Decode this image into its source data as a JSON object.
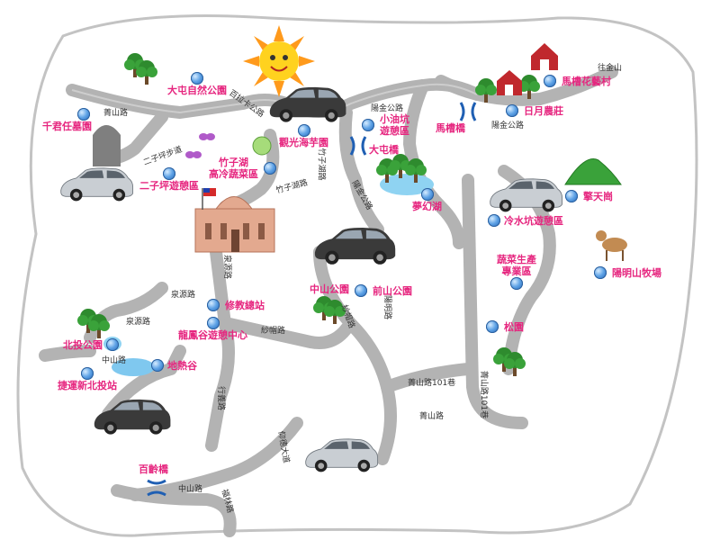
{
  "colors": {
    "poi_label": "#e6267f",
    "road": "#b8b8b8",
    "road_edge": "#8f8f8f",
    "boundary": "#bdbdbd",
    "lake": "#7fc8ef"
  },
  "pois": [
    {
      "id": "dawei-park",
      "label": "大屯自然公園"
    },
    {
      "id": "qianjun-cemetery",
      "label": "千君任墓園"
    },
    {
      "id": "erziping-rest",
      "label": "二子坪遊憩區"
    },
    {
      "id": "zhuzihu-veg",
      "label": "竹子湖\n高冷蔬菜區"
    },
    {
      "id": "guanguang-taro",
      "label": "觀光海芋園"
    },
    {
      "id": "xiaoyoukeng",
      "label": "小油坑\n遊憩區"
    },
    {
      "id": "datun-bridge",
      "label": "大屯橋"
    },
    {
      "id": "menghuan-lake",
      "label": "夢幻湖"
    },
    {
      "id": "macao-bridge",
      "label": "馬槽橋"
    },
    {
      "id": "macao-village",
      "label": "馬槽花藝村"
    },
    {
      "id": "riyue-farm",
      "label": "日月農莊"
    },
    {
      "id": "qingtian-gang",
      "label": "擎天崗"
    },
    {
      "id": "lengshuikeng",
      "label": "冷水坑遊憩區"
    },
    {
      "id": "veg-zone",
      "label": "蔬菜生產\n專業區"
    },
    {
      "id": "yangmingshan-ranch",
      "label": "陽明山牧場"
    },
    {
      "id": "songyuan",
      "label": "松園"
    },
    {
      "id": "zhongshan-park",
      "label": "中山公園"
    },
    {
      "id": "qianshan-park",
      "label": "前山公園"
    },
    {
      "id": "jiaojiao-hq",
      "label": "修教總站"
    },
    {
      "id": "longfenggu",
      "label": "龍鳳谷遊憩中心"
    },
    {
      "id": "beitou-park",
      "label": "北投公園"
    },
    {
      "id": "dirigu",
      "label": "地熱谷"
    },
    {
      "id": "mrt-xinbeitou",
      "label": "捷運新北投站"
    },
    {
      "id": "bailing-bridge",
      "label": "百齡橋"
    }
  ],
  "roads": [
    {
      "id": "r1",
      "label": "菁山路"
    },
    {
      "id": "r2",
      "label": "百拉卡公路"
    },
    {
      "id": "r3",
      "label": "陽金公路"
    },
    {
      "id": "r4",
      "label": "往金山"
    },
    {
      "id": "r5",
      "label": "陽金公路"
    },
    {
      "id": "r6",
      "label": "二子坪步道"
    },
    {
      "id": "r7",
      "label": "竹子湖路"
    },
    {
      "id": "r8",
      "label": "竹子湖路"
    },
    {
      "id": "r9",
      "label": "陽金公路"
    },
    {
      "id": "r10",
      "label": "泉源路"
    },
    {
      "id": "r11",
      "label": "泉源路"
    },
    {
      "id": "r12",
      "label": "泉源路"
    },
    {
      "id": "r13",
      "label": "中山路"
    },
    {
      "id": "r14",
      "label": "紗帽路"
    },
    {
      "id": "r15",
      "label": "紗帽路"
    },
    {
      "id": "r16",
      "label": "陽明路"
    },
    {
      "id": "r17",
      "label": "菁山路101巷"
    },
    {
      "id": "r18",
      "label": "菁山路101巷"
    },
    {
      "id": "r19",
      "label": "菁山路"
    },
    {
      "id": "r20",
      "label": "行義路"
    },
    {
      "id": "r21",
      "label": "仰德大道"
    },
    {
      "id": "r22",
      "label": "中山路"
    },
    {
      "id": "r23",
      "label": "福林路"
    }
  ],
  "icons": {
    "sun": "sun-icon",
    "car": "car-icon",
    "bridge": "bridge-icon",
    "tree": "tree-icon",
    "building": "building-icon",
    "flag": "taiwan-flag-icon",
    "cow": "cow-icon",
    "mountain": "mountain-icon",
    "barn": "barn-icon",
    "butterfly": "butterfly-icon",
    "cabbage": "cabbage-icon",
    "tombstone": "tombstone-icon",
    "lake": "lake-icon"
  }
}
